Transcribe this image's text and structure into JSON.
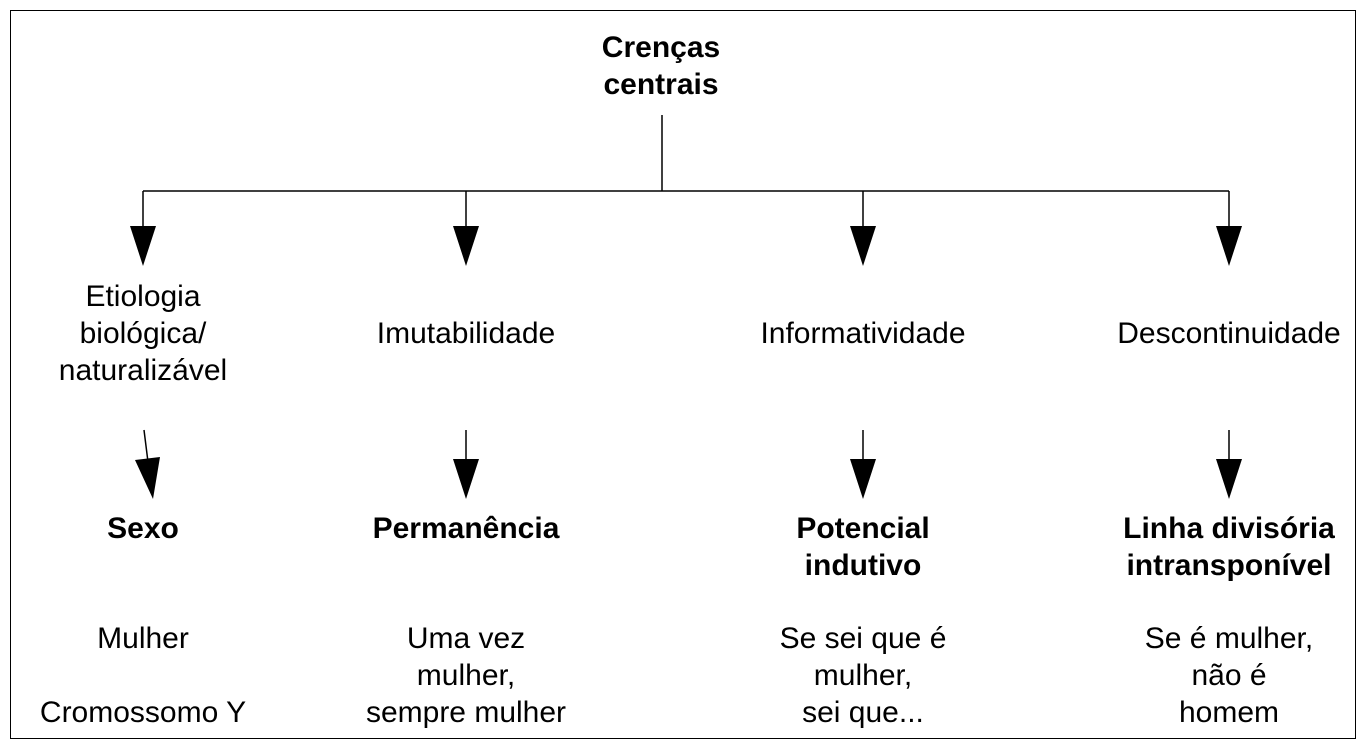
{
  "root": {
    "label": "Crenças\ncentrais"
  },
  "columns": [
    {
      "belief": "Etiologia\nbiológica/\nnaturalizável",
      "concept": "Sexo",
      "examples": [
        "Mulher",
        "Cromossomo Y"
      ]
    },
    {
      "belief": "Imutabilidade",
      "concept": "Permanência",
      "examples": [
        "Uma vez\nmulher,\nsempre mulher"
      ]
    },
    {
      "belief": "Informatividade",
      "concept": "Potencial\nindutivo",
      "examples": [
        "Se sei que é\nmulher,\nsei que..."
      ]
    },
    {
      "belief": "Descontinuidade",
      "concept": "Linha divisória\nintransponível",
      "examples": [
        "Se é mulher,\nnão é\nhomem"
      ]
    }
  ],
  "colors": {
    "stroke": "#000000",
    "background": "#ffffff"
  }
}
